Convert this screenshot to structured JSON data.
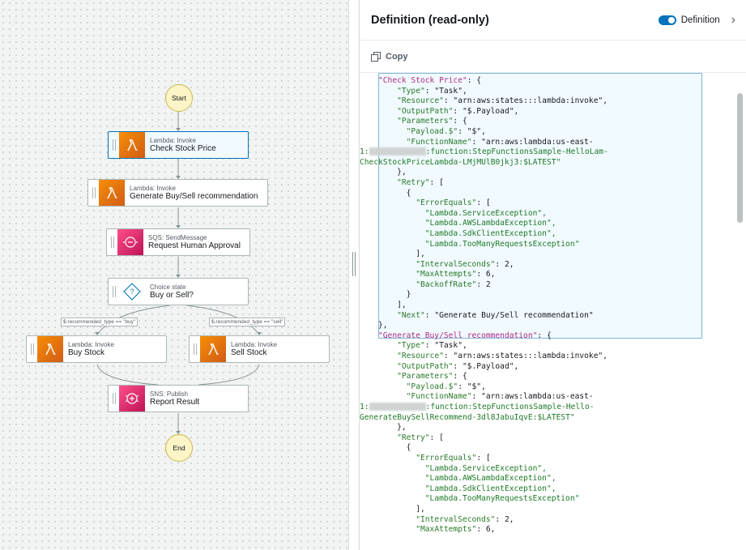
{
  "graph": {
    "start_label": "Start",
    "end_label": "End",
    "nodes": [
      {
        "type": "Lambda: Invoke",
        "name": "Check Stock Price",
        "icon": "lambda-icon"
      },
      {
        "type": "Lambda: Invoke",
        "name": "Generate Buy/Sell recommendation",
        "icon": "lambda-icon"
      },
      {
        "type": "SQS: SendMessage",
        "name": "Request Human Approval",
        "icon": "sqs-icon"
      },
      {
        "type": "Choice state",
        "name": "Buy or Sell?",
        "icon": "choice-icon"
      },
      {
        "type": "Lambda: Invoke",
        "name": "Buy Stock",
        "icon": "lambda-icon"
      },
      {
        "type": "Lambda: Invoke",
        "name": "Sell Stock",
        "icon": "lambda-icon"
      },
      {
        "type": "SNS: Publish",
        "name": "Report Result",
        "icon": "sns-icon"
      }
    ],
    "conditions": [
      "$.recommended_type == \"buy\"",
      "$.recommended_type == \"sell\""
    ],
    "colors": {
      "lambda": "#e8760f",
      "sqs_sns": "#e0246e",
      "selected_border": "#0073bb",
      "terminal_fill": "#fdf5c7"
    }
  },
  "panel": {
    "title": "Definition (read-only)",
    "toggle_label": "Definition",
    "toggle_on": true,
    "copy_label": "Copy"
  },
  "code_lines": [
    "\"Check Stock Price\": {",
    "  \"Type\": \"Task\",",
    "  \"Resource\": \"arn:aws:states:::lambda:invoke\",",
    "  \"OutputPath\": \"$.Payload\",",
    "  \"Parameters\": {",
    "    \"Payload.$\": \"$\",",
    "    \"FunctionName\": \"arn:aws:lambda:us-east-",
    "1:[redacted]:function:StepFunctionsSample-HelloLam-",
    "CheckStockPriceLambda-LMjMUlB0jkj3:$LATEST\"",
    "  },",
    "  \"Retry\": [",
    "    {",
    "      \"ErrorEquals\": [",
    "        \"Lambda.ServiceException\",",
    "        \"Lambda.AWSLambdaException\",",
    "        \"Lambda.SdkClientException\",",
    "        \"Lambda.TooManyRequestsException\"",
    "      ],",
    "      \"IntervalSeconds\": 2,",
    "      \"MaxAttempts\": 6,",
    "      \"BackoffRate\": 2",
    "    }",
    "  ],",
    "  \"Next\": \"Generate Buy/Sell recommendation\"",
    "},",
    "\"Generate Buy/Sell recommendation\": {",
    "  \"Type\": \"Task\",",
    "  \"Resource\": \"arn:aws:states:::lambda:invoke\",",
    "  \"OutputPath\": \"$.Payload\",",
    "  \"Parameters\": {",
    "    \"Payload.$\": \"$\",",
    "    \"FunctionName\": \"arn:aws:lambda:us-east-",
    "1:[redacted]:function:StepFunctionsSample-Hello-",
    "GenerateBuySellRecommend-3dl8JabuIqvE:$LATEST\"",
    "  },",
    "  \"Retry\": [",
    "    {",
    "      \"ErrorEquals\": [",
    "        \"Lambda.ServiceException\",",
    "        \"Lambda.AWSLambdaException\",",
    "        \"Lambda.SdkClientException\",",
    "        \"Lambda.TooManyRequestsException\"",
    "      ],",
    "      \"IntervalSeconds\": 2,",
    "      \"MaxAttempts\": 6,"
  ]
}
